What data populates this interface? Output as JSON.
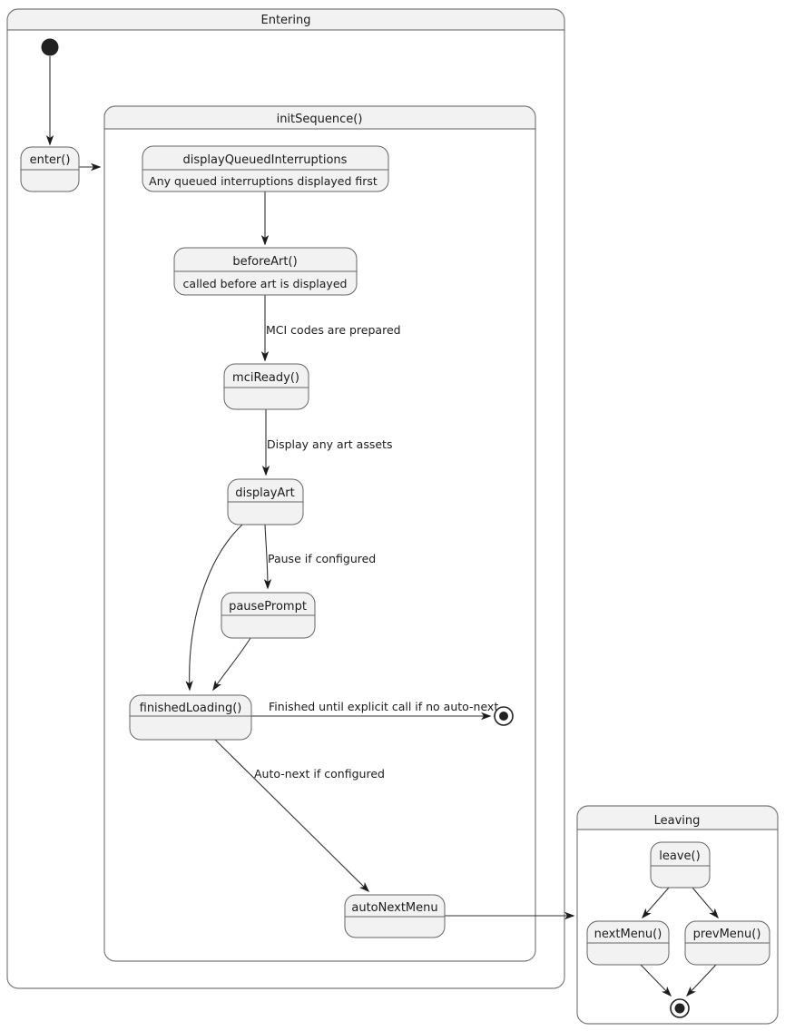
{
  "diagram": {
    "kind": "uml-state-diagram"
  },
  "containers": {
    "entering": {
      "title": "Entering"
    },
    "initSequence": {
      "title": "initSequence()"
    },
    "leaving": {
      "title": "Leaving"
    }
  },
  "states": {
    "enter": {
      "label": "enter()",
      "description": ""
    },
    "displayQueuedInterruptions": {
      "label": "displayQueuedInterruptions",
      "description": "Any queued interruptions displayed first"
    },
    "beforeArt": {
      "label": "beforeArt()",
      "description": "called before art is displayed"
    },
    "mciReady": {
      "label": "mciReady()",
      "description": ""
    },
    "displayArt": {
      "label": "displayArt",
      "description": ""
    },
    "pausePrompt": {
      "label": "pausePrompt",
      "description": ""
    },
    "finishedLoading": {
      "label": "finishedLoading()",
      "description": ""
    },
    "autoNextMenu": {
      "label": "autoNextMenu",
      "description": ""
    },
    "leave": {
      "label": "leave()",
      "description": ""
    },
    "nextMenu": {
      "label": "nextMenu()",
      "description": ""
    },
    "prevMenu": {
      "label": "prevMenu()",
      "description": ""
    }
  },
  "transitions": [
    {
      "from": "initial",
      "to": "enter",
      "label": ""
    },
    {
      "from": "enter",
      "to": "initSequence",
      "label": ""
    },
    {
      "from": "displayQueuedInterruptions",
      "to": "beforeArt",
      "label": ""
    },
    {
      "from": "beforeArt",
      "to": "mciReady",
      "label": "MCI codes are prepared"
    },
    {
      "from": "mciReady",
      "to": "displayArt",
      "label": "Display any art assets"
    },
    {
      "from": "displayArt",
      "to": "pausePrompt",
      "label": "Pause if configured"
    },
    {
      "from": "displayArt",
      "to": "finishedLoading",
      "label": ""
    },
    {
      "from": "pausePrompt",
      "to": "finishedLoading",
      "label": ""
    },
    {
      "from": "finishedLoading",
      "to": "final-entering",
      "label": "Finished until explicit call if no auto-next"
    },
    {
      "from": "finishedLoading",
      "to": "autoNextMenu",
      "label": "Auto-next if configured"
    },
    {
      "from": "autoNextMenu",
      "to": "leaving",
      "label": ""
    },
    {
      "from": "leave",
      "to": "nextMenu",
      "label": ""
    },
    {
      "from": "leave",
      "to": "prevMenu",
      "label": ""
    },
    {
      "from": "nextMenu",
      "to": "final-leaving",
      "label": ""
    },
    {
      "from": "prevMenu",
      "to": "final-leaving",
      "label": ""
    }
  ],
  "colors": {
    "state_fill": "#f2f2f2",
    "state_border": "#646464",
    "container_border": "#7b7b7b",
    "edge": "#323232",
    "text": "#1b1b1b",
    "background": "#ffffff"
  }
}
